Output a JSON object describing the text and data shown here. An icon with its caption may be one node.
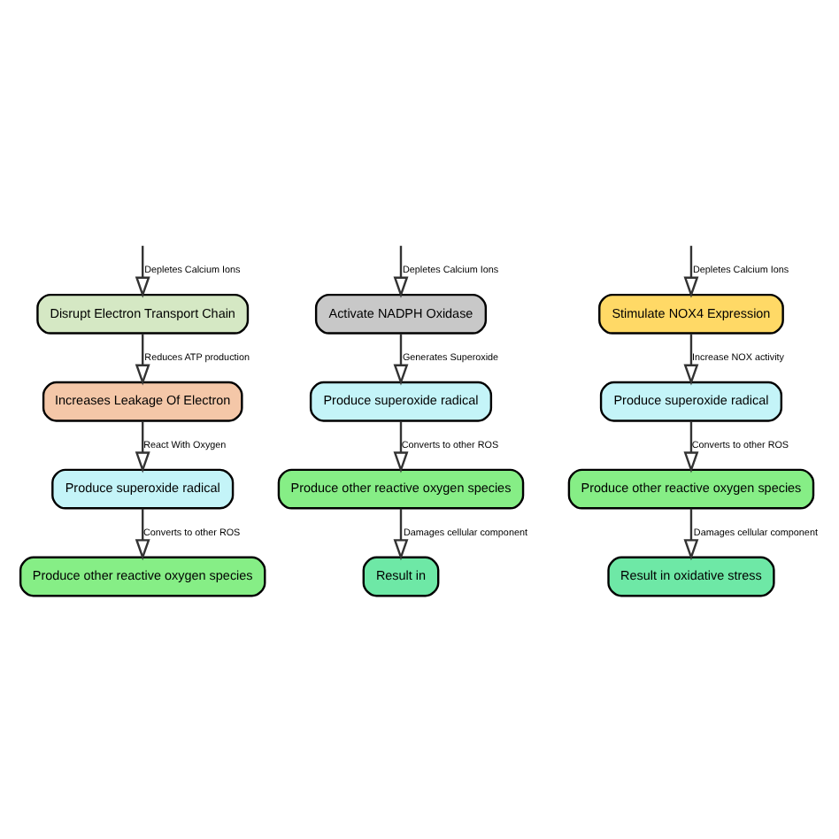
{
  "diagram": {
    "nodes": [
      {
        "text": [
          "Disrupt Electron Transport Chain"
        ]
      },
      {
        "text": [
          "Activate NADPH Oxidase"
        ]
      },
      {
        "text": [
          "Stimulate NOX4 Expression"
        ]
      },
      {
        "text": [
          "Increases Leakage Of Electron"
        ]
      },
      {
        "text": [
          "Produce superoxide radical"
        ]
      },
      {
        "text": [
          "Produce superoxide radical"
        ]
      },
      {
        "text": [
          "Produce superoxide radical"
        ]
      },
      {
        "text": [
          "Produce other reactive oxygen species"
        ]
      },
      {
        "text": [
          "Produce other reactive oxygen species"
        ]
      },
      {
        "text": [
          "Produce other reactive oxygen species"
        ]
      },
      {
        "text": [
          "Result in"
        ]
      },
      {
        "text": [
          "Result in oxidative stress"
        ]
      }
    ],
    "edges": [
      {
        "from": null,
        "to": 0,
        "arrow": "to",
        "label": "Depletes Calcium Ions"
      },
      {
        "from": null,
        "to": 1,
        "arrow": "to",
        "label": "Depletes Calcium Ions"
      },
      {
        "from": null,
        "to": 2,
        "arrow": "to",
        "label": "Depletes Calcium Ions"
      },
      {
        "from": 0,
        "to": 3,
        "arrow": "to",
        "label": "Reduces ATP production"
      },
      {
        "from": 1,
        "to": 4,
        "arrow": "to",
        "label": "Generates Superoxide"
      },
      {
        "from": 2,
        "to": 5,
        "arrow": "to",
        "label": "Increase NOX activity"
      },
      {
        "from": 3,
        "to": 6,
        "arrow": "to",
        "label": "React With Oxygen"
      },
      {
        "from": 4,
        "to": 7,
        "arrow": "to",
        "label": "Converts to other ROS"
      },
      {
        "from": 5,
        "to": 8,
        "arrow": "to",
        "label": "Converts to other ROS"
      },
      {
        "from": 6,
        "to": 9,
        "arrow": "to",
        "label": "Converts to other ROS"
      },
      {
        "from": 7,
        "to": 10,
        "arrow": "to",
        "label": "Damages cellular component"
      },
      {
        "from": 8,
        "to": 11,
        "arrow": "to",
        "label": "Damages cellular component"
      }
    ]
  }
}
